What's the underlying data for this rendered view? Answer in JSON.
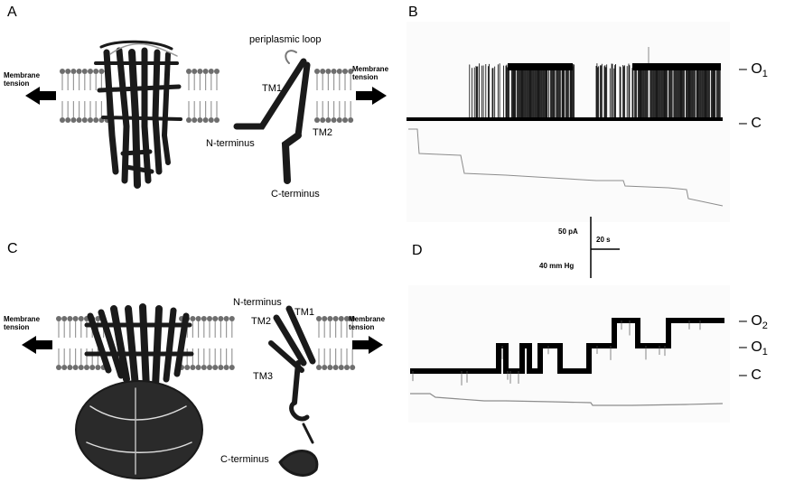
{
  "panels": {
    "a": "A",
    "b": "B",
    "c": "C",
    "d": "D"
  },
  "panel_a": {
    "membrane_tension_line1": "Membrane",
    "membrane_tension_line2": "tension",
    "periplasmic_loop": "periplasmic loop",
    "tm1": "TM1",
    "tm2": "TM2",
    "n_terminus": "N-terminus",
    "c_terminus": "C-terminus"
  },
  "panel_b": {
    "level_open": "O",
    "level_open_sub": "1",
    "level_closed": "C"
  },
  "scale_bar": {
    "current": "50 pA",
    "time": "20 s",
    "pressure": "40 mm Hg"
  },
  "panel_c": {
    "membrane_tension_line1": "Membrane",
    "membrane_tension_line2": "tension",
    "n_terminus": "N-terminus",
    "tm1": "TM1",
    "tm2": "TM2",
    "tm3": "TM3",
    "c_terminus": "C-terminus"
  },
  "panel_d": {
    "level_o2": "O",
    "level_o2_sub": "2",
    "level_o1": "O",
    "level_o1_sub": "1",
    "level_closed": "C"
  },
  "colors": {
    "trace": "#000000",
    "pressure_trace": "#8c8c8c",
    "lipid_head": "#6e6e6e",
    "protein": "#1a1a1a"
  }
}
